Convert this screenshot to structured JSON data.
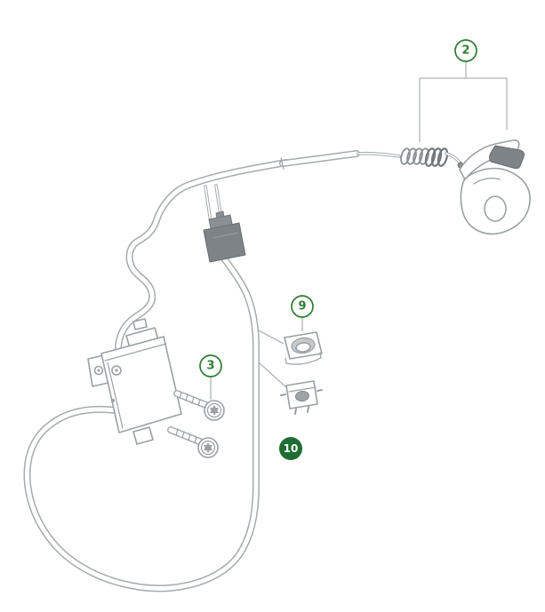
{
  "page": {
    "background": "#ffffff"
  },
  "diagram": {
    "callouts": [
      {
        "label": "2",
        "style": "outlined"
      },
      {
        "label": "9",
        "style": "outlined"
      },
      {
        "label": "3",
        "style": "outlined"
      },
      {
        "label": "10",
        "style": "filled"
      }
    ],
    "colors": {
      "callout_green": "#2e7d32",
      "callout_filled_bg": "#1e6e34",
      "callout_filled_text": "#ffffff",
      "line_gray": "#a6abae",
      "part_dark_gray": "#7d8387"
    }
  }
}
